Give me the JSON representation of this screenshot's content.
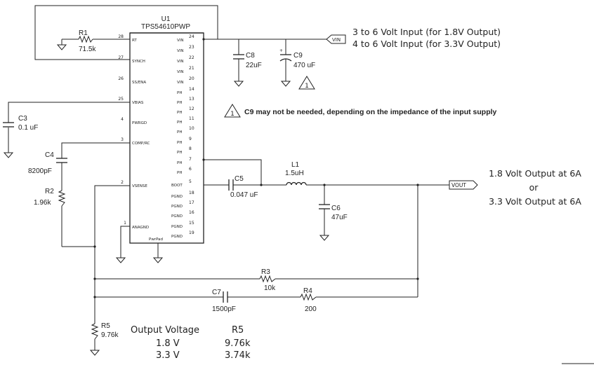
{
  "ic": {
    "ref": "U1",
    "part": "TPS54610PWP",
    "left_pins": [
      {
        "num": "28",
        "name": "RT"
      },
      {
        "num": "27",
        "name": "SYNCH"
      },
      {
        "num": "26",
        "name": "SS/ENA"
      },
      {
        "num": "25",
        "name": "VBIAS"
      },
      {
        "num": "4",
        "name": "PWRGD"
      },
      {
        "num": "3",
        "name": "COMP/RC"
      },
      {
        "num": "2",
        "name": "VSENSE"
      },
      {
        "num": "1",
        "name": "ANAGND"
      }
    ],
    "right_pins": [
      {
        "num": "24",
        "name": "VIN"
      },
      {
        "num": "23",
        "name": "VIN"
      },
      {
        "num": "22",
        "name": "VIN"
      },
      {
        "num": "21",
        "name": "VIN"
      },
      {
        "num": "20",
        "name": "VIN"
      },
      {
        "num": "14",
        "name": "PH"
      },
      {
        "num": "13",
        "name": "PH"
      },
      {
        "num": "12",
        "name": "PH"
      },
      {
        "num": "11",
        "name": "PH"
      },
      {
        "num": "10",
        "name": "PH"
      },
      {
        "num": "9",
        "name": "PH"
      },
      {
        "num": "8",
        "name": "PH"
      },
      {
        "num": "7",
        "name": "PH"
      },
      {
        "num": "6",
        "name": "PH"
      },
      {
        "num": "5",
        "name": "BOOT"
      },
      {
        "num": "18",
        "name": "PGND"
      },
      {
        "num": "17",
        "name": "PGND"
      },
      {
        "num": "16",
        "name": "PGND"
      },
      {
        "num": "15",
        "name": "PGND"
      },
      {
        "num": "19",
        "name": "PGND"
      }
    ],
    "pwrpad": "PwrPad"
  },
  "components": {
    "r1": {
      "ref": "R1",
      "value": "71.5k"
    },
    "c8": {
      "ref": "C8",
      "value": "22uF"
    },
    "c9": {
      "ref": "C9",
      "value": "470 uF"
    },
    "c3": {
      "ref": "C3",
      "value": "0.1 uF"
    },
    "c4": {
      "ref": "C4",
      "value": "8200pF"
    },
    "r2": {
      "ref": "R2",
      "value": "1.96k"
    },
    "c5": {
      "ref": "C5",
      "value": "0.047 uF"
    },
    "l1": {
      "ref": "L1",
      "value": "1.5uH"
    },
    "c6": {
      "ref": "C6",
      "value": "47uF"
    },
    "r3": {
      "ref": "R3",
      "value": "10k"
    },
    "c7": {
      "ref": "C7",
      "value": "1500pF"
    },
    "r4": {
      "ref": "R4",
      "value": "200"
    },
    "r5": {
      "ref": "R5",
      "value": "9.76k"
    }
  },
  "vin": {
    "tag": "VIN",
    "line1": "3 to 6 Volt Input (for 1.8V Output)",
    "line2": "4 to 6 Volt Input (for 3.3V Output)"
  },
  "vout": {
    "tag": "VOUT",
    "line1": "1.8 Volt Output at 6A",
    "line2": "or",
    "line3": "3.3 Volt Output at 6A"
  },
  "note": {
    "marker": "1",
    "text": "C9 may not be needed, depending on the impedance of the input supply"
  },
  "table": {
    "headers": [
      "Output Voltage",
      "R5"
    ],
    "rows": [
      [
        "1.8 V",
        "9.76k"
      ],
      [
        "3.3 V",
        "3.74k"
      ]
    ]
  }
}
